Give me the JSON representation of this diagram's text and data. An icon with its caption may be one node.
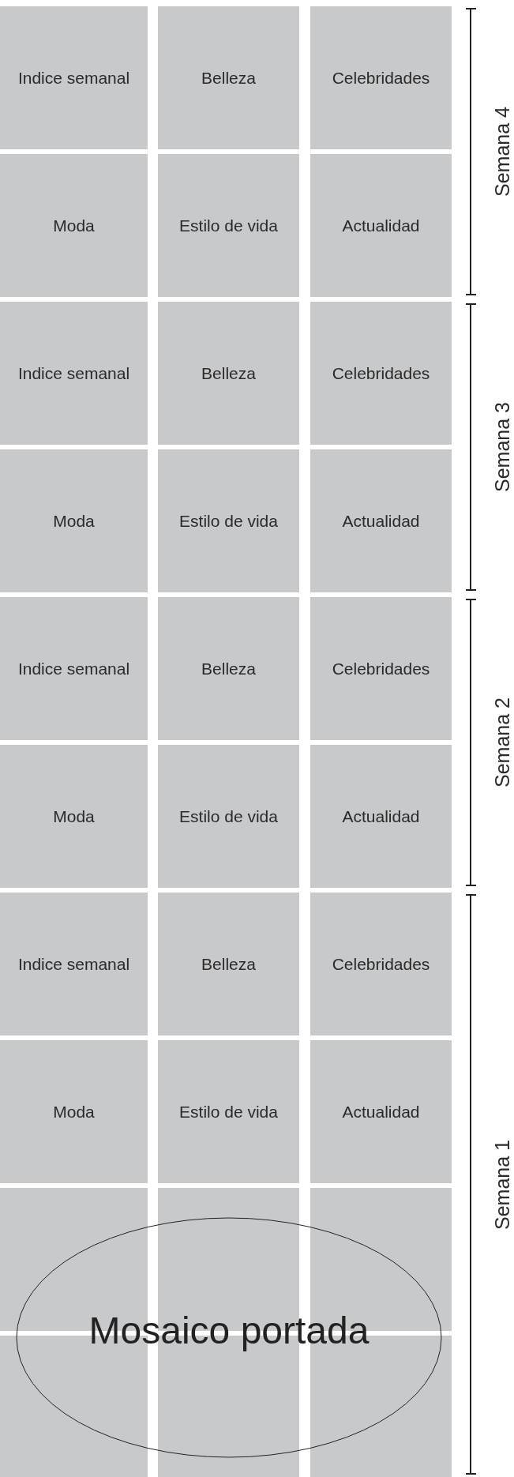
{
  "diagram": {
    "nodes": [
      {
        "text": [
          "Indice semanal"
        ]
      },
      {
        "text": [
          "Belleza"
        ]
      },
      {
        "text": [
          "Celebridades"
        ]
      },
      {
        "text": [
          "Moda"
        ]
      },
      {
        "text": [
          "Estilo de vida"
        ]
      },
      {
        "text": [
          "Actualidad"
        ]
      },
      {
        "text": [
          "Indice semanal"
        ]
      },
      {
        "text": [
          "Belleza"
        ]
      },
      {
        "text": [
          "Celebridades"
        ]
      },
      {
        "text": [
          "Moda"
        ]
      },
      {
        "text": [
          "Estilo de vida"
        ]
      },
      {
        "text": [
          "Actualidad"
        ]
      },
      {
        "text": [
          "Indice semanal"
        ]
      },
      {
        "text": [
          "Belleza"
        ]
      },
      {
        "text": [
          "Celebridades"
        ]
      },
      {
        "text": [
          "Moda"
        ]
      },
      {
        "text": [
          "Estilo de vida"
        ]
      },
      {
        "text": [
          "Actualidad"
        ]
      },
      {
        "text": [
          "Indice semanal"
        ]
      },
      {
        "text": [
          "Belleza"
        ]
      },
      {
        "text": [
          "Celebridades"
        ]
      },
      {
        "text": [
          "Moda"
        ]
      },
      {
        "text": [
          "Estilo de vida"
        ]
      },
      {
        "text": [
          "Actualidad"
        ]
      },
      {
        "text": [],
        "shape": "box"
      },
      {
        "text": [],
        "shape": "box"
      },
      {
        "text": [],
        "shape": "box"
      },
      {
        "text": [],
        "shape": "box"
      },
      {
        "text": [],
        "shape": "box"
      },
      {
        "text": [],
        "shape": "box"
      },
      {
        "text": [
          "Mosaico portada"
        ]
      }
    ],
    "edges": [],
    "labels": [
      "Semana 4",
      "Semana 3",
      "Semana 2",
      "Semana 1"
    ]
  }
}
